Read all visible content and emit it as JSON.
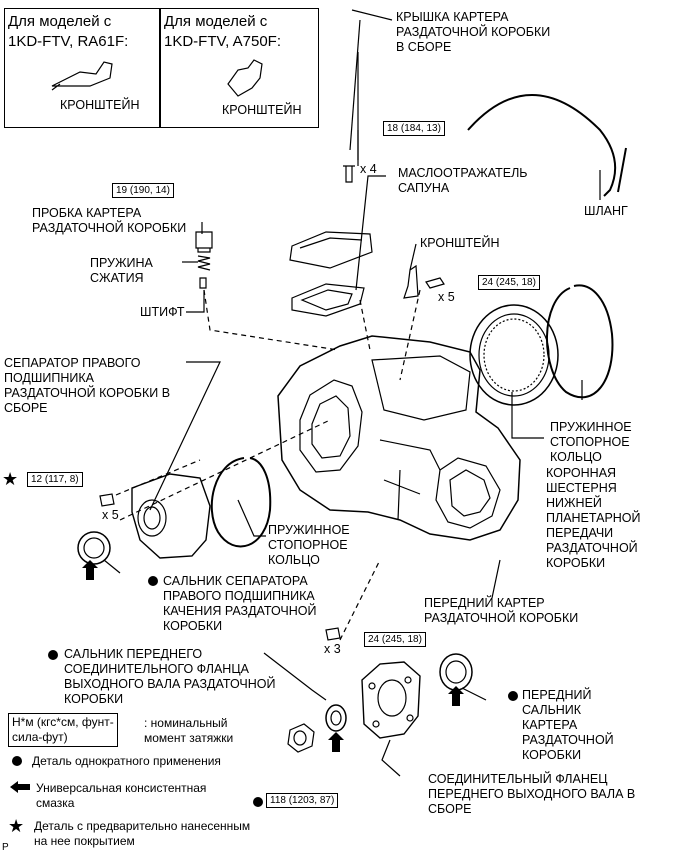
{
  "inset": {
    "left_title": "Для моделей с\n1KD-FTV, RA61F:",
    "left_part": "КРОНШТЕЙН",
    "right_title": "Для моделей с\n1KD-FTV, A750F:",
    "right_part": "КРОНШТЕЙН"
  },
  "labels": {
    "cover": "КРЫШКА КАРТЕРА\nРАЗДАТОЧНОЙ КОРОБКИ\nВ СБОРЕ",
    "breather": "МАСЛООТРАЖАТЕЛЬ\nСАПУНА",
    "hose": "ШЛАНГ",
    "plug": "ПРОБКА КАРТЕРА\nРАЗДАТОЧНОЙ КОРОБКИ",
    "spring": "ПРУЖИНА\nСЖАТИЯ",
    "pin": "ШТИФТ",
    "bracket": "КРОНШТЕЙН",
    "separator": "СЕПАРАТОР ПРАВОГО\nПОДШИПНИКА\nРАЗДАТОЧНОЙ КОРОБКИ В\nСБОРЕ",
    "snap_ring_right": "ПРУЖИННОЕ\nСТОПОРНОЕ\nКОЛЬЦО",
    "ring_gear": "КОРОННАЯ\nШЕСТЕРНЯ\nНИЖНЕЙ\nПЛАНЕТАРНОЙ\nПЕРЕДАЧИ\nРАЗДАТОЧНОЙ\nКОРОБКИ",
    "snap_ring_mid": "ПРУЖИННОЕ\nСТОПОРНОЕ\nКОЛЬЦО",
    "separator_seal": "САЛЬНИК СЕПАРАТОРА\nПРАВОГО ПОДШИПНИКА\nКАЧЕНИЯ РАЗДАТОЧНОЙ\nКОРОБКИ",
    "front_case": "ПЕРЕДНИЙ КАРТЕР\nРАЗДАТОЧНОЙ КОРОБКИ",
    "flange_seal": "САЛЬНИК ПЕРЕДНЕГО\nСОЕДИНИТЕЛЬНОГО ФЛАНЦА\nВЫХОДНОГО ВАЛА РАЗДАТОЧНОЙ\nКОРОБКИ",
    "front_seal": "ПЕРЕДНИЙ\nСАЛЬНИК\nКАРТЕРА\nРАЗДАТОЧНОЙ\nКОРОБКИ",
    "flange": "СОЕДИНИТЕЛЬНЫЙ ФЛАНЕЦ\nПЕРЕДНЕГО ВЫХОДНОГО ВАЛА В\nСБОРЕ",
    "x4": "x 4",
    "x5a": "x 5",
    "x5b": "x 5",
    "x3": "x 3",
    "p": "P"
  },
  "torques": {
    "t_cover": "18 (184, 13)",
    "t_plug": "19 (190, 14)",
    "t_bracket": "24 (245, 18)",
    "t_separator": "12 (117, 8)",
    "t_case": "24 (245, 18)",
    "t_nut": "118 (1203, 87)"
  },
  "legend": {
    "unit_box": "Н*м (кгс*см, фунт-\nсила-фут)",
    "unit_desc": ": номинальный\nмомент затяжки",
    "non_reusable": "Деталь однократного применения",
    "grease": "Универсальная консистентная\nсмазка",
    "precoated": "Деталь с предварительно нанесенным\nна нее покрытием"
  }
}
